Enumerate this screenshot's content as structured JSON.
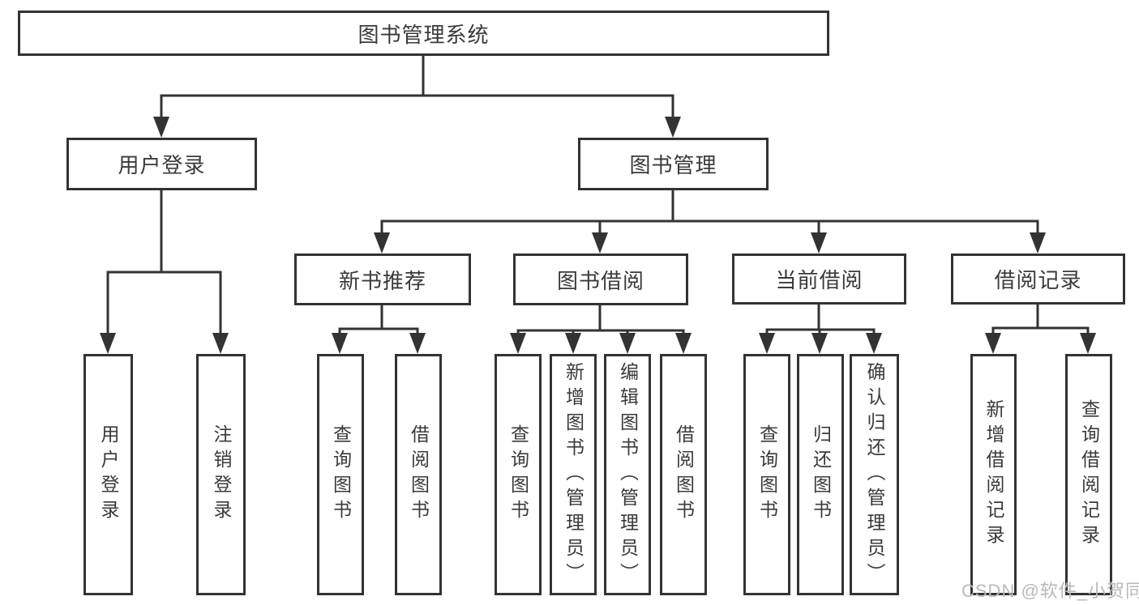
{
  "colors": {
    "line_color": "#333333",
    "text_color": "#3a3a3a",
    "watermark_color": "#b9b9b9",
    "background_color": "#ffffff"
  },
  "watermark": "CSDN @软件_小贺同学",
  "tree": {
    "label": "图书管理系统",
    "children": [
      {
        "label": "用户登录",
        "children": [
          {
            "label": "用户登录"
          },
          {
            "label": "注销登录"
          }
        ]
      },
      {
        "label": "图书管理",
        "children": [
          {
            "label": "新书推荐",
            "children": [
              {
                "label": "查询图书"
              },
              {
                "label": "借阅图书"
              }
            ]
          },
          {
            "label": "图书借阅",
            "children": [
              {
                "label": "查询图书"
              },
              {
                "label": "新增图书（管理员）"
              },
              {
                "label": "编辑图书（管理员）"
              },
              {
                "label": "借阅图书"
              }
            ]
          },
          {
            "label": "当前借阅",
            "children": [
              {
                "label": "查询图书"
              },
              {
                "label": "归还图书"
              },
              {
                "label": "确认归还（管理员）"
              }
            ]
          },
          {
            "label": "借阅记录",
            "children": [
              {
                "label": "新增借阅记录"
              },
              {
                "label": "查询借阅记录"
              }
            ]
          }
        ]
      }
    ]
  }
}
